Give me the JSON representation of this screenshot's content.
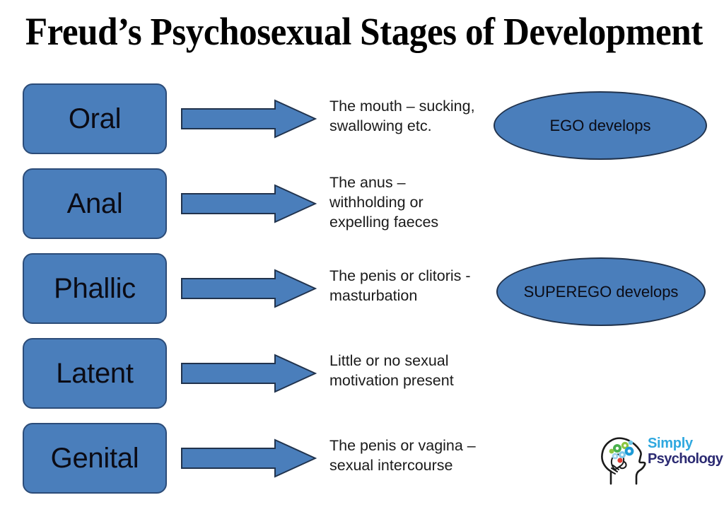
{
  "page": {
    "title": "Freud’s Psychosexual Stages of Development",
    "background_color": "#FFFFFF"
  },
  "theme": {
    "shape_fill": "#4A7EBB",
    "shape_border": "#2C4C78",
    "text_color": "#0B0B14",
    "description_color": "#1A1A1A"
  },
  "stages": [
    {
      "name": "Oral",
      "description": "The mouth – sucking, swallowing etc.",
      "description_lines": [
        "The mouth – sucking,",
        "swallowing etc."
      ]
    },
    {
      "name": "Anal",
      "description": "The anus – withholding or expelling faeces",
      "description_lines": [
        "The anus –",
        "withholding or",
        "expelling faeces"
      ]
    },
    {
      "name": "Phallic",
      "description": "The penis or clitoris - masturbation",
      "description_lines": [
        "The penis or clitoris -",
        "masturbation"
      ]
    },
    {
      "name": "Latent",
      "description": "Little or no sexual motivation present",
      "description_lines": [
        "Little or no sexual",
        "motivation present"
      ]
    },
    {
      "name": "Genital",
      "description": "The penis or vagina – sexual intercourse",
      "description_lines": [
        "The penis or vagina –",
        "sexual intercourse"
      ]
    }
  ],
  "structures": [
    {
      "label": "EGO develops",
      "aligned_stage": "Oral"
    },
    {
      "label": "SUPEREGO develops",
      "aligned_stage": "Phallic"
    }
  ],
  "logo": {
    "line1": "Simply",
    "line2": "Psychology",
    "line1_color": "#2FA8DF",
    "line2_color": "#2B2A72",
    "icon": "head-with-gears-lightbulb-icon"
  }
}
